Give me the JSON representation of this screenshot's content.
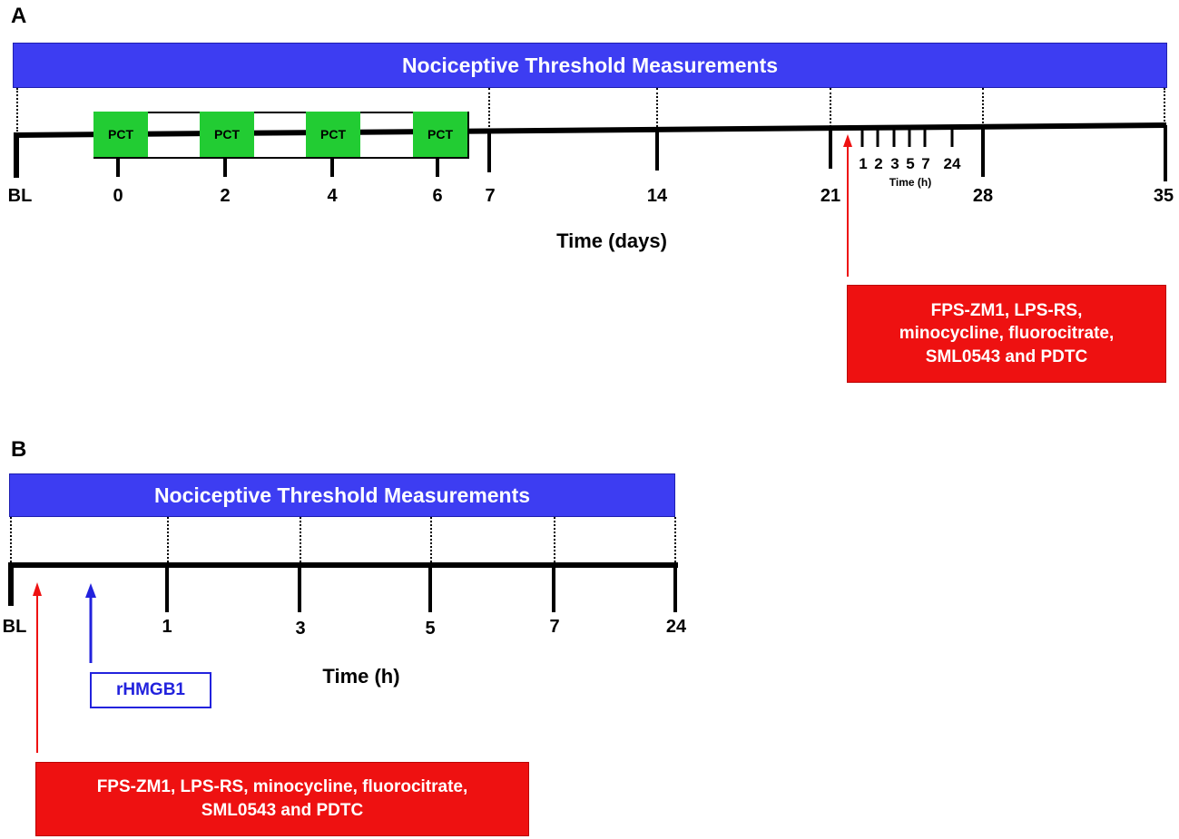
{
  "panel_a": {
    "letter": "A",
    "bar_label": "Nociceptive Threshold Measurements",
    "days": [
      "BL",
      "0",
      "2",
      "4",
      "6",
      "7",
      "14",
      "21",
      "28",
      "35"
    ],
    "pct_label": "PCT",
    "hours": [
      "1",
      "2",
      "3",
      "5",
      "7",
      "24"
    ],
    "hours_label": "Time (h)",
    "axis_title": "Time (days)",
    "treatment_lines": [
      "FPS-ZM1, LPS-RS,",
      "minocycline, fluorocitrate,",
      "SML0543 and PDTC"
    ]
  },
  "panel_b": {
    "letter": "B",
    "bar_label": "Nociceptive Threshold Measurements",
    "ticks": [
      "BL",
      "1",
      "3",
      "5",
      "7",
      "24"
    ],
    "axis_title": "Time (h)",
    "rhmgb1_label": "rHMGB1",
    "treatment_lines": [
      "FPS-ZM1, LPS-RS, minocycline, fluorocitrate,",
      "SML0543 and PDTC"
    ]
  },
  "colors": {
    "bar_blue": "#3d3df2",
    "pct_green": "#22cc33",
    "treatment_red": "#ee1111",
    "rhmgb1_blue": "#2222dd"
  }
}
